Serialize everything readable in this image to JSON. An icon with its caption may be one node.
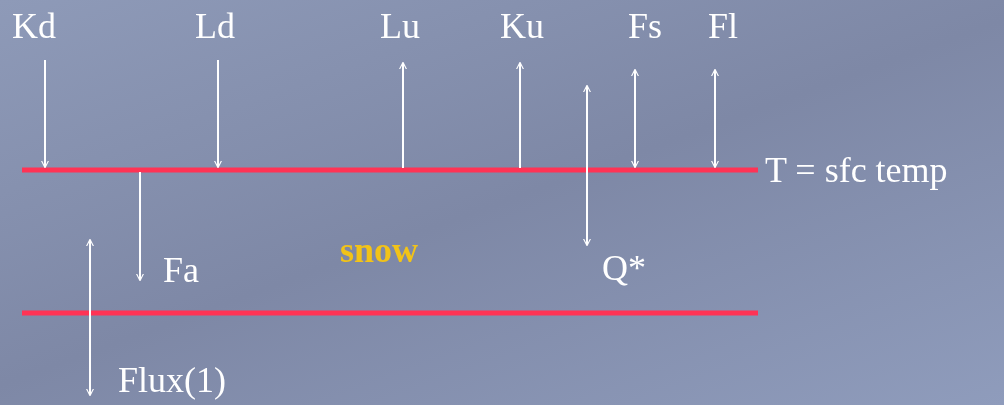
{
  "diagram": {
    "labels": [
      "Kd",
      "Ld",
      "Lu",
      "Ku",
      "Fs",
      "Fl",
      "T = sfc temp",
      "Fa",
      "snow",
      "Q*",
      "Flux(1)"
    ]
  }
}
